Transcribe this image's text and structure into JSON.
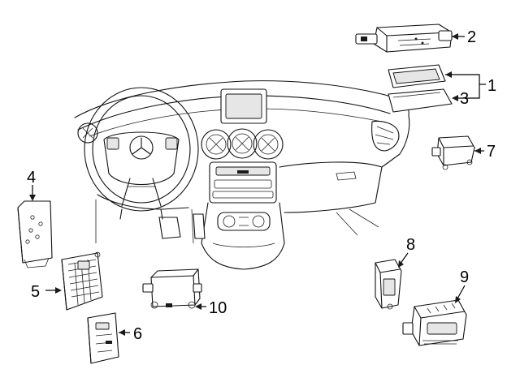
{
  "diagram": {
    "callouts": {
      "c1": "1",
      "c2": "2",
      "c3": "3",
      "c4": "4",
      "c5": "5",
      "c6": "6",
      "c7": "7",
      "c8": "8",
      "c9": "9",
      "c10": "10"
    },
    "icons": {
      "dashboard": "dashboard-outline",
      "steering_wheel": "steering-wheel",
      "emblem": "three-pointed-star",
      "modules": "electronic-control-module"
    }
  }
}
